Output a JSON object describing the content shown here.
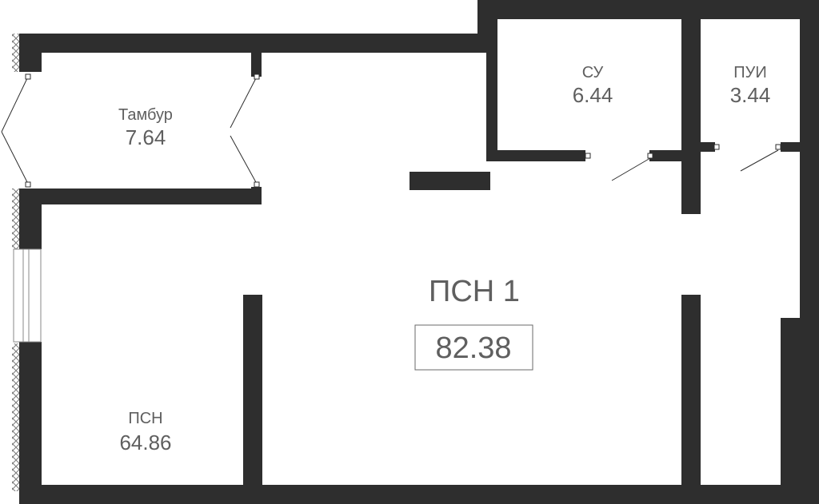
{
  "plan": {
    "unit": {
      "name": "ПСН 1",
      "area": "82.38"
    },
    "rooms": [
      {
        "id": "tambur",
        "name": "Тамбур",
        "area": "7.64"
      },
      {
        "id": "su",
        "name": "СУ",
        "area": "6.44"
      },
      {
        "id": "pui",
        "name": "ПУИ",
        "area": "3.44"
      },
      {
        "id": "psn",
        "name": "ПСН",
        "area": "64.86"
      }
    ],
    "colors": {
      "wall": "#2e2e2e",
      "text": "#5f5f5f",
      "background": "#ffffff",
      "facade_hatch": "#7a7a7a"
    }
  }
}
